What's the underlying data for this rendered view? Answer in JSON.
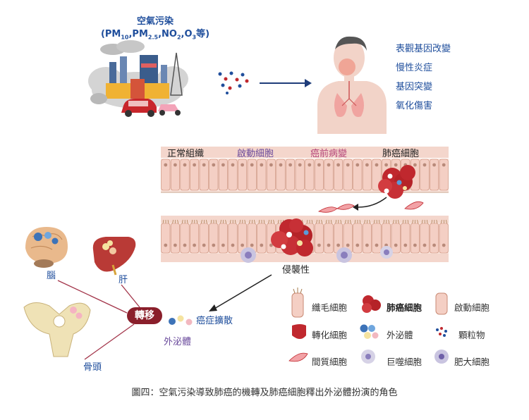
{
  "pollution": {
    "line1": "空氣污染",
    "paren_open": "(PM",
    "pm10_sub": "10",
    "sep1": ",PM",
    "pm25_sub": "2.5",
    "sep2": ",NO",
    "no2_sub": "2",
    "sep3": ",O",
    "o3_sub": "3",
    "paren_close": "等)"
  },
  "effects": [
    "表觀基因改變",
    "慢性炎症",
    "基因突變",
    "氧化傷害"
  ],
  "stages": {
    "normal": "正常組織",
    "initiated": "啟動細胞",
    "precancer": "癌前病變",
    "cancer": "肺癌細胞"
  },
  "invasive": "侵襲性",
  "metastasis": {
    "label": "轉移",
    "spread": "癌症擴散",
    "exosome": "外泌體",
    "brain": "腦",
    "liver": "肝",
    "bone": "骨頭"
  },
  "legend": {
    "ciliated": "纖毛細胞",
    "lung_cancer": "肺癌細胞",
    "initiated": "啟動細胞",
    "transformed": "轉化細胞",
    "exosome": "外泌體",
    "particles": "顆粒物",
    "stromal": "間質細胞",
    "macrophage": "巨噬細胞",
    "mast": "肥大細胞"
  },
  "caption": "圖四：空氣污染導致肺癌的機轉及肺癌細胞釋出外泌體扮演的角色",
  "colors": {
    "title_blue": "#1f4e9c",
    "pink_label": "#b5457a",
    "cancer_red": "#c0282e",
    "cell_fill": "#f4cfc4",
    "metastasis_bg": "#8a1f2b"
  }
}
